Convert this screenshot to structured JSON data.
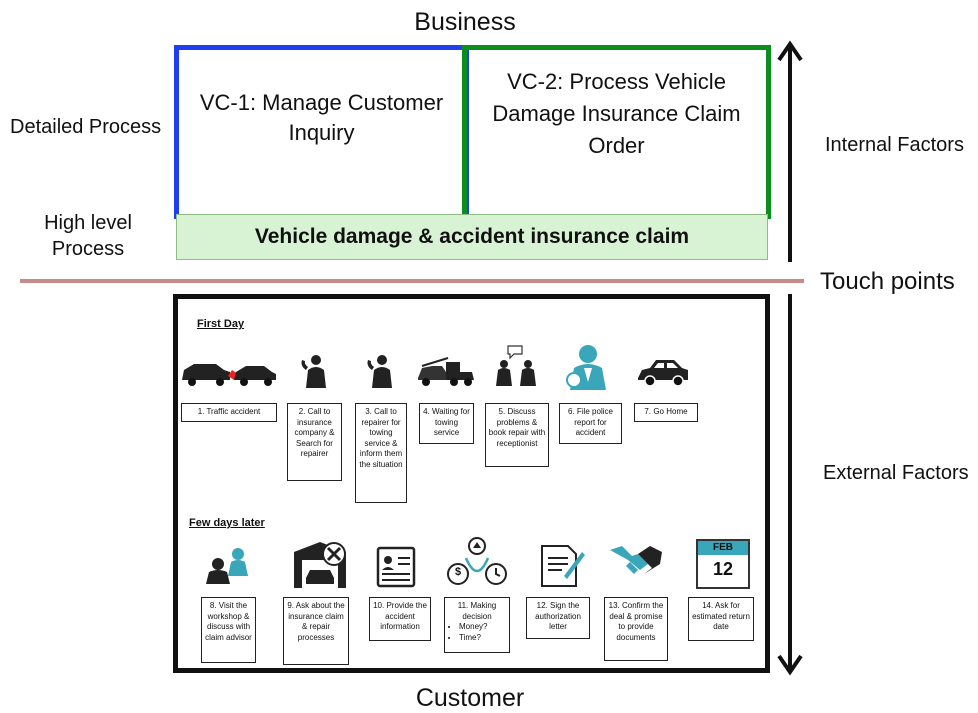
{
  "labels": {
    "top": "Business",
    "bottom": "Customer",
    "detailed_process": "Detailed Process",
    "high_level_process": "High level Process",
    "internal_factors": "Internal Factors",
    "external_factors": "External Factors",
    "touch_points": "Touch points"
  },
  "value_chains": {
    "vc1": "VC-1: Manage Customer Inquiry",
    "vc2": "VC-2: Process Vehicle Damage Insurance Claim Order"
  },
  "high_level_bar": "Vehicle damage & accident insurance claim",
  "first_day": {
    "title": "First Day",
    "steps": [
      "1. Traffic accident",
      "2. Call to insurance company & Search for repairer",
      "3. Call to repairer for towing service & inform them the situation",
      "4. Waiting for towing service",
      "5. Discuss problems & book repair with receptionist",
      "6. File police report for accident",
      "7. Go Home"
    ]
  },
  "few_days_later": {
    "title": "Few days later",
    "steps": [
      "8. Visit the workshop & discuss with claim advisor",
      "9. Ask about the insurance claim & repair processes",
      "10. Provide the accident information",
      "11. Making decision",
      "12. Sign the authorization letter",
      "13. Confirm the deal & promise to provide documents",
      "14. Ask for estimated return date"
    ],
    "decision_items": [
      "Money?",
      "Time?"
    ]
  },
  "calendar": {
    "month": "FEB",
    "day": "12"
  },
  "colors": {
    "vc1_border": "#1f3ff0",
    "vc2_border": "#0a8f1d",
    "high_level_fill": "#d7f3d3",
    "divider": "#c98a8a",
    "icon_teal": "#3aa6b9"
  }
}
